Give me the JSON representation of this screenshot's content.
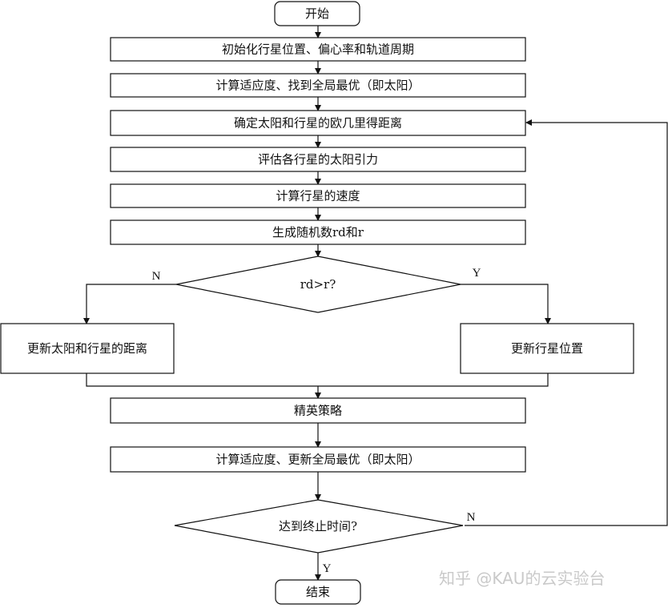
{
  "flowchart": {
    "start": "开始",
    "init": "初始化行星位置、偏心率和轨道周期",
    "calc_fitness": "计算适应度、找到全局最优（即太阳）",
    "distance": "确定太阳和行星的欧几里得距离",
    "gravity": "评估各行星的太阳引力",
    "velocity": "计算行星的速度",
    "random": "生成随机数rd和r",
    "decision_rd": "rd>r?",
    "label_n_left": "N",
    "label_y_right": "Y",
    "update_distance": "更新太阳和行星的距离",
    "update_position": "更新行星位置",
    "elite": "精英策略",
    "update_best": "计算适应度、更新全局最优（即太阳）",
    "decision_end": "达到终止时间?",
    "label_n_loop": "N",
    "label_y_end": "Y",
    "end": "结束"
  },
  "watermark": "知乎 @KAU的云实验台"
}
